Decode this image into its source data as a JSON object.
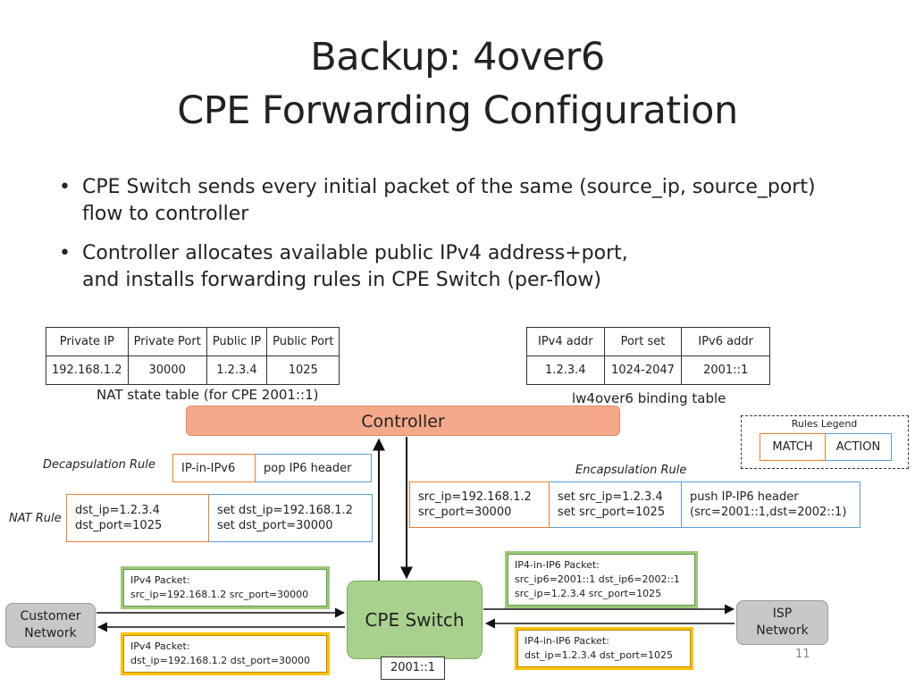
{
  "title": {
    "line1": "Backup: 4over6",
    "line2": "CPE Forwarding Configuration"
  },
  "bullets": [
    {
      "line1": "CPE Switch sends every initial packet of the same (source_ip, source_port)",
      "line2": "flow to controller"
    },
    {
      "line1": "Controller allocates available public IPv4 address+port,",
      "line2": "and installs forwarding rules in CPE Switch (per-flow)"
    }
  ],
  "nat_table": {
    "headers": [
      "Private IP",
      "Private Port",
      "Public IP",
      "Public Port"
    ],
    "row": [
      "192.168.1.2",
      "30000",
      "1.2.3.4",
      "1025"
    ],
    "caption": "NAT state table (for CPE 2001::1)"
  },
  "binding_table": {
    "headers": [
      "IPv4 addr",
      "Port set",
      "IPv6 addr"
    ],
    "row": [
      "1.2.3.4",
      "1024-2047",
      "2001::1"
    ],
    "caption": "lw4over6 binding table"
  },
  "controller": {
    "label": "Controller"
  },
  "legend": {
    "title": "Rules Legend",
    "match": "MATCH",
    "action": "ACTION"
  },
  "decap_rule": {
    "label": "Decapsulation Rule",
    "match": "IP-in-IPv6",
    "action": "pop IP6 header"
  },
  "nat_rule": {
    "label": "NAT Rule",
    "match": [
      "dst_ip=1.2.3.4",
      "dst_port=1025"
    ],
    "action": [
      "set dst_ip=192.168.1.2",
      "set dst_port=30000"
    ]
  },
  "encap_rule": {
    "label": "Encapsulation Rule",
    "match": [
      "src_ip=192.168.1.2",
      "src_port=30000"
    ],
    "action1": [
      "set src_ip=1.2.3.4",
      "set src_port=1025"
    ],
    "action2": [
      "push IP-IP6 header",
      "(src=2001::1,dst=2002::1)"
    ]
  },
  "packets": {
    "ipv4_out": [
      "IPv4 Packet:",
      "src_ip=192.168.1.2 src_port=30000"
    ],
    "ipv4_in": [
      "IPv4 Packet:",
      "dst_ip=192.168.1.2 dst_port=30000"
    ],
    "ip6_out": [
      "IP4-in-IP6 Packet:",
      "src_ip6=2001::1 dst_ip6=2002::1",
      "src_ip=1.2.3.4 src_port=1025"
    ],
    "ip6_in": [
      "IP4-in-IP6 Packet:",
      "dst_ip=1.2.3.4 dst_port=1025"
    ]
  },
  "nodes": {
    "customer": [
      "Customer",
      "Network"
    ],
    "isp": [
      "ISP",
      "Network"
    ],
    "cpe": "CPE Switch",
    "cpe_addr": "2001::1"
  },
  "page_number": "11",
  "colors": {
    "controller": "#f4a98a",
    "cpe_switch": "#a9d18e",
    "network_node": "#c8c8c8",
    "match_border": "#ed7d31",
    "action_border": "#5b9bd5",
    "packet_green": "#9cc77a",
    "packet_yellow": "#ffc000"
  }
}
